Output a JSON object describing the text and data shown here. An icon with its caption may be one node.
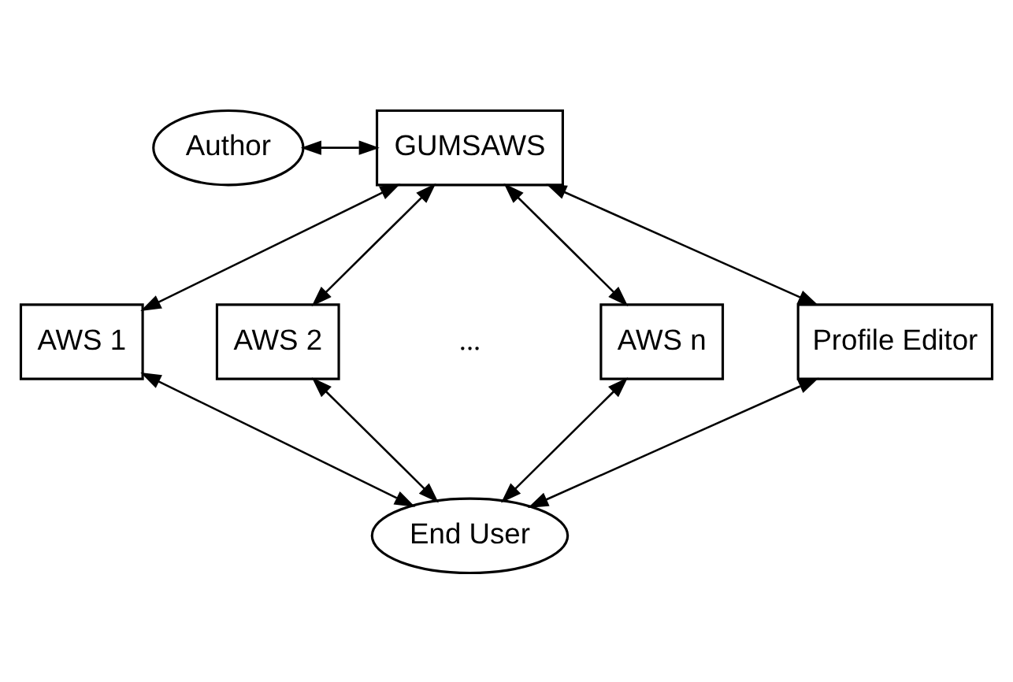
{
  "diagram": {
    "nodes": [
      {
        "text": [
          "Author"
        ]
      },
      {
        "text": [
          "GUMSAWS"
        ]
      },
      {
        "text": [
          "AWS 1"
        ]
      },
      {
        "text": [
          "AWS 2"
        ]
      },
      {
        "text": [
          "AWS n"
        ]
      },
      {
        "text": [
          "Profile Editor"
        ]
      },
      {
        "text": [
          "End User"
        ]
      }
    ],
    "edges": [
      {
        "from": 0,
        "to": 1,
        "arrow": "both"
      },
      {
        "from": 1,
        "to": 2,
        "arrow": "both"
      },
      {
        "from": 1,
        "to": 3,
        "arrow": "both"
      },
      {
        "from": 1,
        "to": 4,
        "arrow": "both"
      },
      {
        "from": 1,
        "to": 5,
        "arrow": "both"
      },
      {
        "from": 2,
        "to": 6,
        "arrow": "both"
      },
      {
        "from": 3,
        "to": 6,
        "arrow": "both"
      },
      {
        "from": 4,
        "to": 6,
        "arrow": "both"
      },
      {
        "from": 5,
        "to": 6,
        "arrow": "both"
      }
    ],
    "labels": [
      "..."
    ]
  }
}
